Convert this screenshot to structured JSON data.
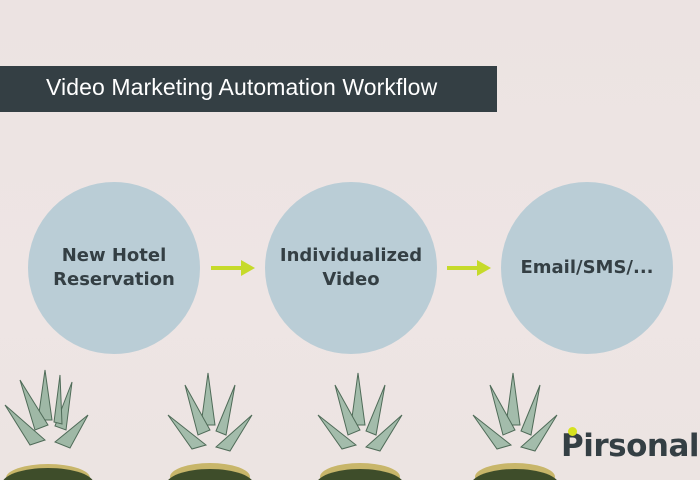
{
  "banner": {
    "title": "Video Marketing Automation Workflow"
  },
  "workflow": {
    "steps": [
      {
        "label": "New Hotel\nReservation"
      },
      {
        "label": "Individualized\nVideo"
      },
      {
        "label": "Email/SMS/..."
      }
    ],
    "arrow_icon": "arrow-right-icon"
  },
  "brand": {
    "logo_text": "Pirsonal"
  },
  "colors": {
    "background": "#ece3e2",
    "banner": "#343f44",
    "circle": "#bacdd6",
    "text_dark": "#343f44",
    "accent": "#c6da2a"
  },
  "decoration": {
    "image": "pineapples"
  }
}
